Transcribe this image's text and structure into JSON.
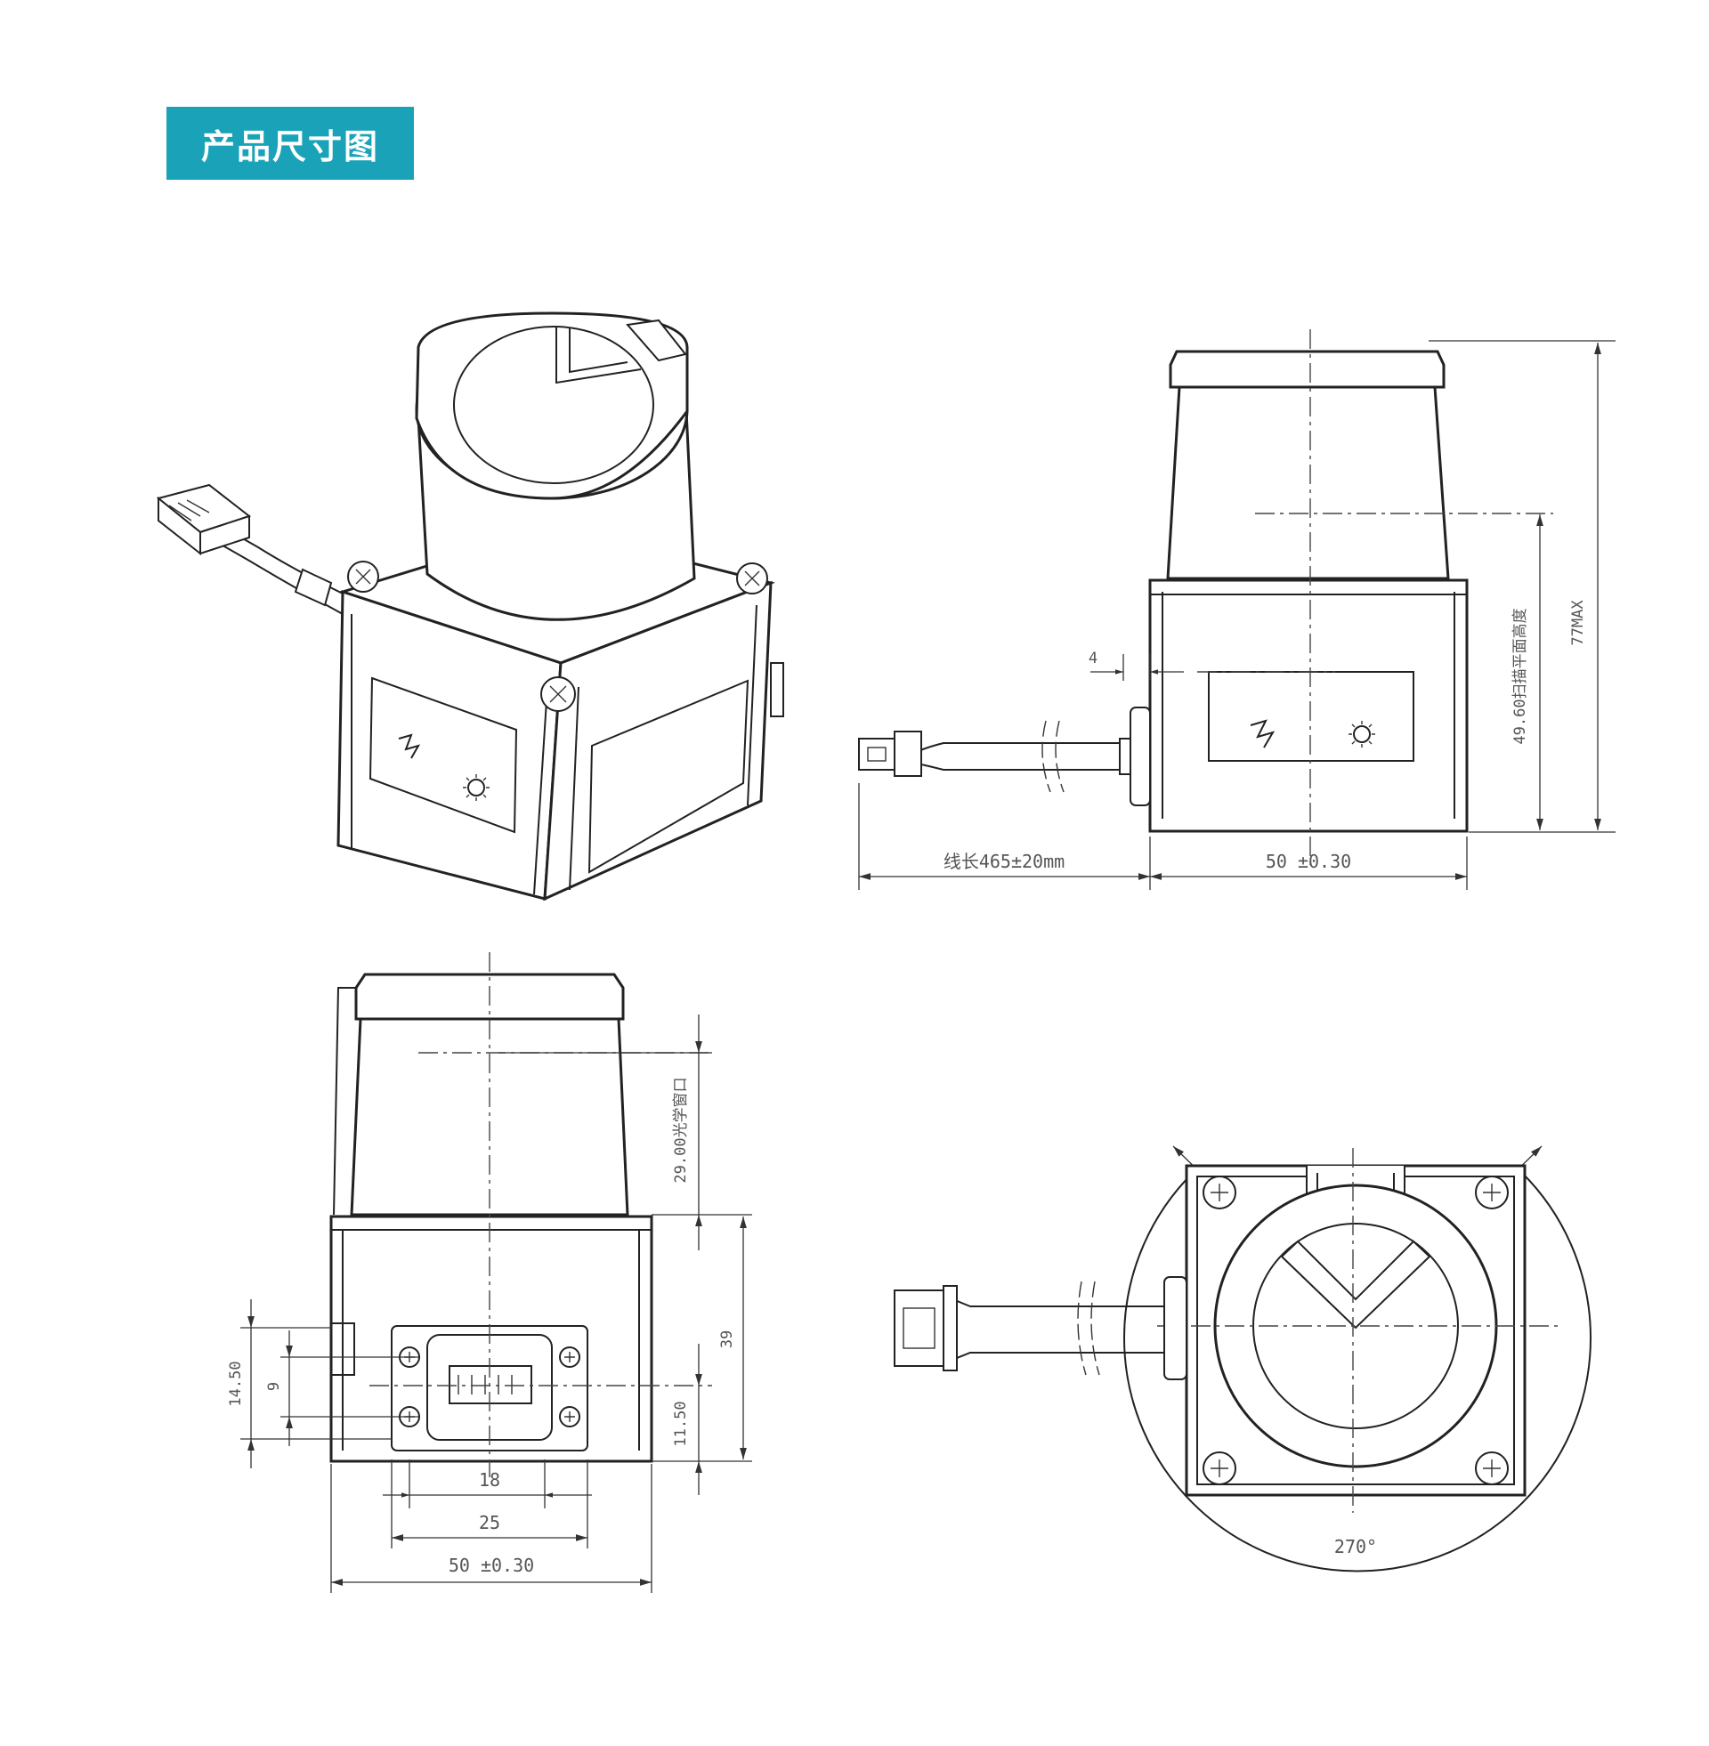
{
  "header": {
    "title": "产品尺寸图",
    "title_bg": "#1aa3b8"
  },
  "side_view": {
    "cable_length": "线长465±20mm",
    "width": "50 ±0.30",
    "offset": "4",
    "scan_plane_height": "49.60扫描平面高度",
    "max_height": "77MAX"
  },
  "front_view": {
    "window_height": "29.00光学窗口",
    "body_height": "39",
    "connector_offset": "11.50",
    "dim_14_5": "14.50",
    "dim_9": "9",
    "dim_18": "18",
    "dim_25": "25",
    "width": "50 ±0.30"
  },
  "top_view": {
    "scan_angle": "270°"
  },
  "icons": [
    "power-icon",
    "gear-icon"
  ]
}
